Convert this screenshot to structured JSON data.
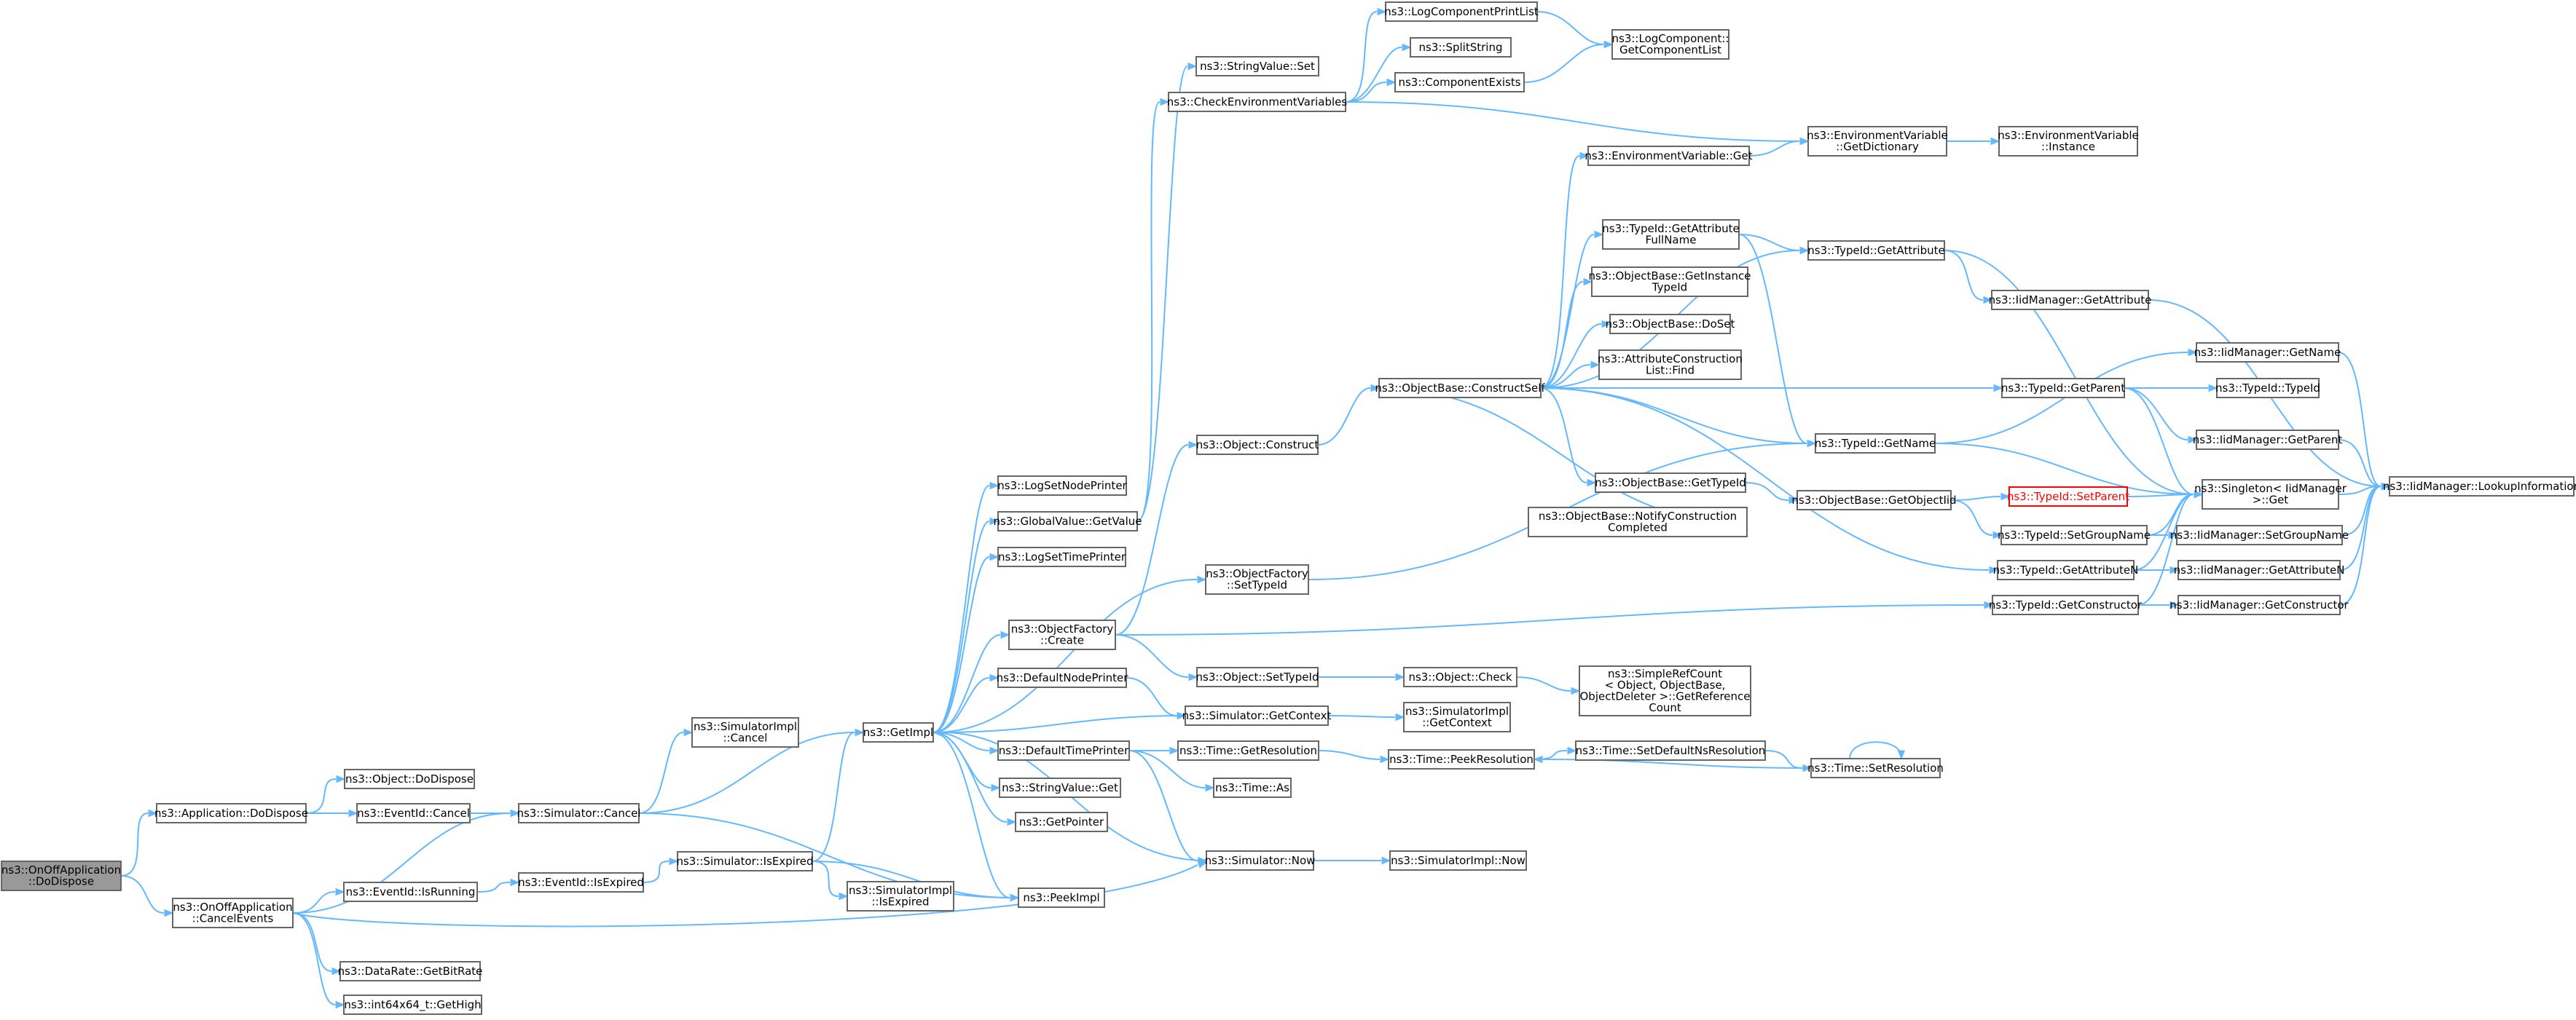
{
  "graph": {
    "nodes": [
      {
        "id": "root",
        "lines": [
          "ns3::OnOffApplication",
          "::DoDispose"
        ],
        "style": "root"
      },
      {
        "id": "app_dodispose",
        "lines": [
          "ns3::Application::DoDispose"
        ]
      },
      {
        "id": "onoff_cancelevents",
        "lines": [
          "ns3::OnOffApplication",
          "::CancelEvents"
        ]
      },
      {
        "id": "object_dodispose",
        "lines": [
          "ns3::Object::DoDispose"
        ]
      },
      {
        "id": "eventid_cancel",
        "lines": [
          "ns3::EventId::Cancel"
        ]
      },
      {
        "id": "eventid_isrunning",
        "lines": [
          "ns3::EventId::IsRunning"
        ]
      },
      {
        "id": "datarate_getbitrate",
        "lines": [
          "ns3::DataRate::GetBitRate"
        ]
      },
      {
        "id": "int64_gethigh",
        "lines": [
          "ns3::int64x64_t::GetHigh"
        ]
      },
      {
        "id": "sim_cancel",
        "lines": [
          "ns3::Simulator::Cancel"
        ]
      },
      {
        "id": "eventid_isexpired",
        "lines": [
          "ns3::EventId::IsExpired"
        ]
      },
      {
        "id": "simimpl_cancel",
        "lines": [
          "ns3::SimulatorImpl",
          "::Cancel"
        ]
      },
      {
        "id": "sim_isexpired",
        "lines": [
          "ns3::Simulator::IsExpired"
        ]
      },
      {
        "id": "getimpl",
        "lines": [
          "ns3::GetImpl"
        ]
      },
      {
        "id": "simimpl_isexpired",
        "lines": [
          "ns3::SimulatorImpl",
          "::IsExpired"
        ]
      },
      {
        "id": "logsetnodeprinter",
        "lines": [
          "ns3::LogSetNodePrinter"
        ]
      },
      {
        "id": "globalvalue_getvalue",
        "lines": [
          "ns3::GlobalValue::GetValue"
        ]
      },
      {
        "id": "logsettimeprinter",
        "lines": [
          "ns3::LogSetTimePrinter"
        ]
      },
      {
        "id": "objectfactory_create",
        "lines": [
          "ns3::ObjectFactory",
          "::Create"
        ]
      },
      {
        "id": "defaultnodeprinter",
        "lines": [
          "ns3::DefaultNodePrinter"
        ]
      },
      {
        "id": "defaulttimeprinter",
        "lines": [
          "ns3::DefaultTimePrinter"
        ]
      },
      {
        "id": "stringvalue_get",
        "lines": [
          "ns3::StringValue::Get"
        ]
      },
      {
        "id": "getpointer",
        "lines": [
          "ns3::GetPointer"
        ]
      },
      {
        "id": "peekimpl",
        "lines": [
          "ns3::PeekImpl"
        ]
      },
      {
        "id": "stringvalue_set",
        "lines": [
          "ns3::StringValue::Set"
        ]
      },
      {
        "id": "checkenv",
        "lines": [
          "ns3::CheckEnvironmentVariables"
        ]
      },
      {
        "id": "object_construct",
        "lines": [
          "ns3::Object::Construct"
        ]
      },
      {
        "id": "objectfactory_settypeid",
        "lines": [
          "ns3::ObjectFactory",
          "::SetTypeId"
        ]
      },
      {
        "id": "object_settypeid",
        "lines": [
          "ns3::Object::SetTypeId"
        ]
      },
      {
        "id": "sim_getcontext",
        "lines": [
          "ns3::Simulator::GetContext"
        ]
      },
      {
        "id": "time_getresolution",
        "lines": [
          "ns3::Time::GetResolution"
        ]
      },
      {
        "id": "time_as",
        "lines": [
          "ns3::Time::As"
        ]
      },
      {
        "id": "sim_now",
        "lines": [
          "ns3::Simulator::Now"
        ]
      },
      {
        "id": "logcompprintlist",
        "lines": [
          "ns3::LogComponentPrintList"
        ]
      },
      {
        "id": "splitstring",
        "lines": [
          "ns3::SplitString"
        ]
      },
      {
        "id": "componentexists",
        "lines": [
          "ns3::ComponentExists"
        ]
      },
      {
        "id": "objbase_constructself",
        "lines": [
          "ns3::ObjectBase::ConstructSelf"
        ]
      },
      {
        "id": "object_check",
        "lines": [
          "ns3::Object::Check"
        ]
      },
      {
        "id": "simimpl_getcontext",
        "lines": [
          "ns3::SimulatorImpl",
          "::GetContext"
        ]
      },
      {
        "id": "time_peekresolution",
        "lines": [
          "ns3::Time::PeekResolution"
        ]
      },
      {
        "id": "simimpl_now",
        "lines": [
          "ns3::SimulatorImpl::Now"
        ]
      },
      {
        "id": "logcomp_getcomplist",
        "lines": [
          "ns3::LogComponent::",
          "GetComponentList"
        ]
      },
      {
        "id": "envvar_get",
        "lines": [
          "ns3::EnvironmentVariable::Get"
        ]
      },
      {
        "id": "typeid_getattrfullname",
        "lines": [
          "ns3::TypeId::GetAttribute",
          "FullName"
        ]
      },
      {
        "id": "objbase_getinstancetypeid",
        "lines": [
          "ns3::ObjectBase::GetInstance",
          "TypeId"
        ]
      },
      {
        "id": "objbase_doset",
        "lines": [
          "ns3::ObjectBase::DoSet"
        ]
      },
      {
        "id": "attrconstrlist_find",
        "lines": [
          "ns3::AttributeConstruction",
          "List::Find"
        ]
      },
      {
        "id": "objbase_gettypeid",
        "lines": [
          "ns3::ObjectBase::GetTypeId"
        ]
      },
      {
        "id": "objbase_notifyconstr",
        "lines": [
          "ns3::ObjectBase::NotifyConstruction",
          "Completed"
        ]
      },
      {
        "id": "simplerefcount",
        "lines": [
          "ns3::SimpleRefCount",
          "< Object, ObjectBase,",
          "ObjectDeleter >::GetReference",
          "Count"
        ]
      },
      {
        "id": "time_setdefaultnsres",
        "lines": [
          "ns3::Time::SetDefaultNsResolution"
        ]
      },
      {
        "id": "envvar_getdictionary",
        "lines": [
          "ns3::EnvironmentVariable",
          "::GetDictionary"
        ]
      },
      {
        "id": "typeid_getattribute",
        "lines": [
          "ns3::TypeId::GetAttribute"
        ]
      },
      {
        "id": "typeid_getparent",
        "lines": [
          "ns3::TypeId::GetParent"
        ]
      },
      {
        "id": "typeid_getname",
        "lines": [
          "ns3::TypeId::GetName"
        ]
      },
      {
        "id": "objbase_getobjectiid",
        "lines": [
          "ns3::ObjectBase::GetObjectIid"
        ]
      },
      {
        "id": "typeid_getattributen",
        "lines": [
          "ns3::TypeId::GetAttributeN"
        ]
      },
      {
        "id": "typeid_getconstructor",
        "lines": [
          "ns3::TypeId::GetConstructor"
        ]
      },
      {
        "id": "time_setresolution",
        "lines": [
          "ns3::Time::SetResolution"
        ]
      },
      {
        "id": "envvar_instance",
        "lines": [
          "ns3::EnvironmentVariable",
          "::Instance"
        ]
      },
      {
        "id": "iidmgr_getattribute",
        "lines": [
          "ns3::IidManager::GetAttribute"
        ]
      },
      {
        "id": "iidmgr_getname",
        "lines": [
          "ns3::IidManager::GetName"
        ]
      },
      {
        "id": "typeid_typeid",
        "lines": [
          "ns3::TypeId::TypeId"
        ]
      },
      {
        "id": "iidmgr_getparent",
        "lines": [
          "ns3::IidManager::GetParent"
        ]
      },
      {
        "id": "typeid_setparent",
        "lines": [
          "ns3::TypeId::SetParent"
        ],
        "style": "err"
      },
      {
        "id": "singleton_get",
        "lines": [
          "ns3::Singleton< IidManager",
          " >::Get"
        ]
      },
      {
        "id": "typeid_setgroupname",
        "lines": [
          "ns3::TypeId::SetGroupName"
        ]
      },
      {
        "id": "iidmgr_setgroupname",
        "lines": [
          "ns3::IidManager::SetGroupName"
        ]
      },
      {
        "id": "iidmgr_getattributen",
        "lines": [
          "ns3::IidManager::GetAttributeN"
        ]
      },
      {
        "id": "iidmgr_getconstructor",
        "lines": [
          "ns3::IidManager::GetConstructor"
        ]
      },
      {
        "id": "iidmgr_lookupinfo",
        "lines": [
          "ns3::IidManager::LookupInformation"
        ]
      }
    ]
  },
  "colors": {
    "edge": "#63b8ff",
    "node_border": "#666666",
    "root_fill": "#999999",
    "error_text": "#ff0000"
  }
}
